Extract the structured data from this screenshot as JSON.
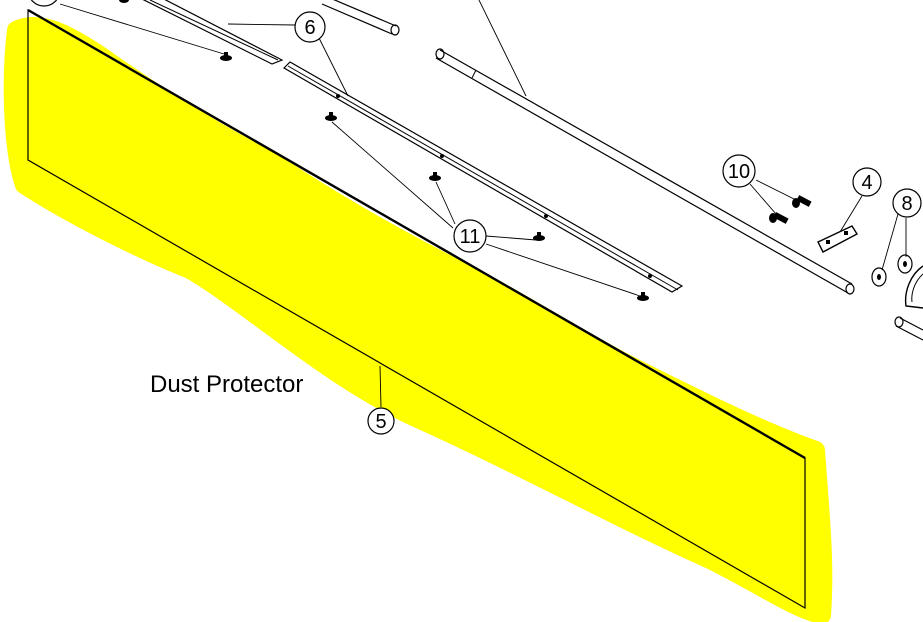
{
  "highlight_color": "#ffff00",
  "labels": {
    "part_name": "Dust Protector"
  },
  "callouts": {
    "c5": "5",
    "c6": "6",
    "c11": "11",
    "c10": "10",
    "c4": "4",
    "c8": "8"
  }
}
